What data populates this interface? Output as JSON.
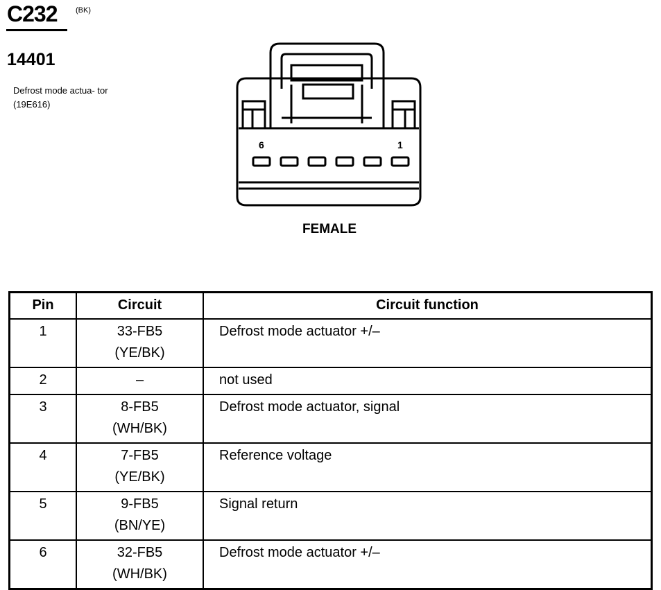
{
  "header": {
    "connector_id": "C232",
    "connector_color": "(BK)",
    "part_number": "14401",
    "description": "Defrost mode actua- tor (19E616)"
  },
  "connector_view": {
    "pin_label_left": "6",
    "pin_label_right": "1",
    "gender": "FEMALE"
  },
  "table": {
    "headers": {
      "pin": "Pin",
      "circuit": "Circuit",
      "function": "Circuit function"
    },
    "rows": [
      {
        "pin": "1",
        "circuit": "33-FB5",
        "wire": "(YE/BK)",
        "function": "Defrost mode actuator  +/–"
      },
      {
        "pin": "2",
        "circuit": "–",
        "wire": "",
        "function": "not used"
      },
      {
        "pin": "3",
        "circuit": "8-FB5",
        "wire": "(WH/BK)",
        "function": "Defrost mode actuator, signal"
      },
      {
        "pin": "4",
        "circuit": "7-FB5",
        "wire": "(YE/BK)",
        "function": "Reference voltage"
      },
      {
        "pin": "5",
        "circuit": "9-FB5",
        "wire": "(BN/YE)",
        "function": "Signal return"
      },
      {
        "pin": "6",
        "circuit": "32-FB5",
        "wire": "(WH/BK)",
        "function": "Defrost mode actuator  +/–"
      }
    ]
  }
}
